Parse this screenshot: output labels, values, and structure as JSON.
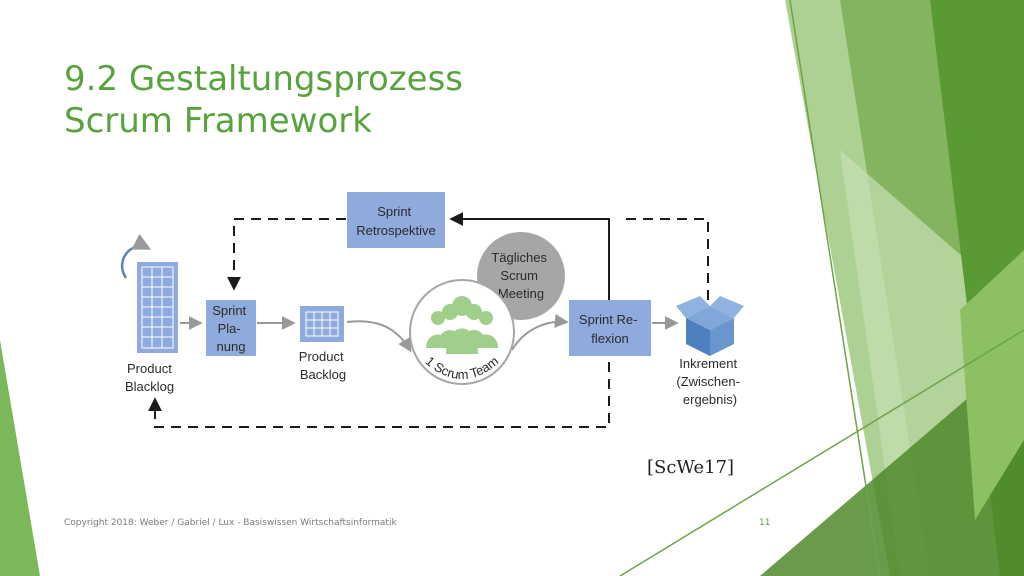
{
  "slide": {
    "title_line1": "9.2 Gestaltungsprozess",
    "title_line2": "Scrum Framework",
    "citation": "[ScWe17]",
    "footer": "Copyright 2018: Weber / Gabriel / Lux - Basiswissen Wirtschaftsinformatik",
    "page_number": "11"
  },
  "diagram": {
    "retrospective": [
      "Sprint",
      "Retrospektive"
    ],
    "planning": [
      "Sprint",
      "Pla-",
      "nung"
    ],
    "review": [
      "Sprint Re-",
      "flexion"
    ],
    "daily_meeting": [
      "Tägliches",
      "Scrum",
      "Meeting"
    ],
    "product_blacklog": [
      "Product",
      "Blacklog"
    ],
    "product_backlog": [
      "Product",
      "Backlog"
    ],
    "increment": [
      "Inkrement",
      "(Zwischen-",
      "ergebnis)"
    ],
    "team": "1 Scrum Team"
  },
  "colors": {
    "title_green": "#58a33d",
    "box_blue": "#8faadc",
    "meeting_gray": "#a6a6a6",
    "team_green": "#9fcf8a",
    "accent_green_dark": "#4f8a2b",
    "accent_green_light": "#8cc063"
  }
}
